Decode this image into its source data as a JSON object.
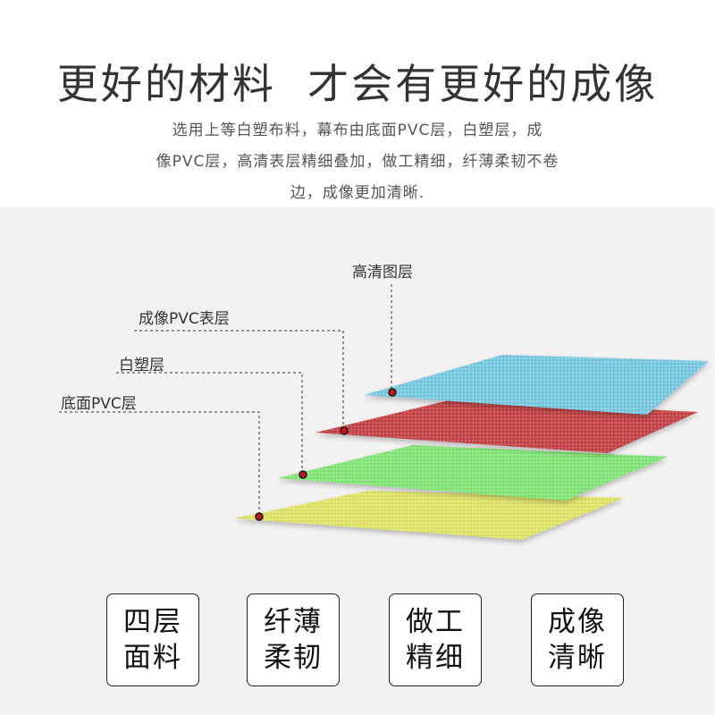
{
  "header": {
    "title": "更好的材料  才会有更好的成像",
    "desc_lines": [
      "选用上等白塑布料，幕布由底面PVC层，白塑层，成",
      "像PVC层，高清表层精细叠加，做工精细，纤薄柔韧不卷",
      "边，成像更加清晰."
    ]
  },
  "layers": [
    {
      "label": "高清图层",
      "color": "#7ccbe2"
    },
    {
      "label": "成像PVC表层",
      "color": "#c6474a"
    },
    {
      "label": "白塑层",
      "color": "#86e77a"
    },
    {
      "label": "底面PVC层",
      "color": "#e1e56b"
    }
  ],
  "marker_color": "#c8101c",
  "features": [
    {
      "line1": "四层",
      "line2": "面料"
    },
    {
      "line1": "纤薄",
      "line2": "柔韧"
    },
    {
      "line1": "做工",
      "line2": "精细"
    },
    {
      "line1": "成像",
      "line2": "清晰"
    }
  ]
}
